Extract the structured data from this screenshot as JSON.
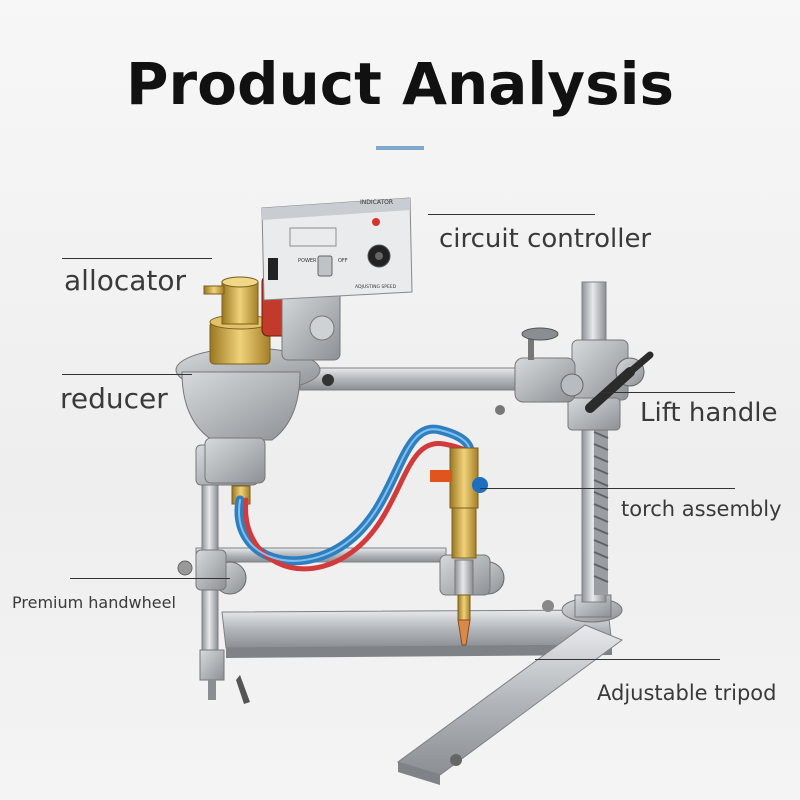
{
  "header": {
    "title": "Product Analysis",
    "accent_color": "#7ea7cc"
  },
  "labels": {
    "allocator": "allocator",
    "circuit_controller": "circuit controller",
    "reducer": "reducer",
    "lift_handle": "Lift handle",
    "torch_assembly": "torch assembly",
    "premium_handwheel": "Premium handwheel",
    "adjustable_tripod": "Adjustable tripod"
  },
  "controller_panel": {
    "indicator": "INDICATOR",
    "power": "POWER",
    "off": "OFF",
    "speed": "ADJUSTING SPEED"
  },
  "colors": {
    "hose_blue": "#3a8fd0",
    "hose_red": "#d23b3b",
    "brass": "#c9a13c",
    "metal": "#b9bcc0"
  }
}
